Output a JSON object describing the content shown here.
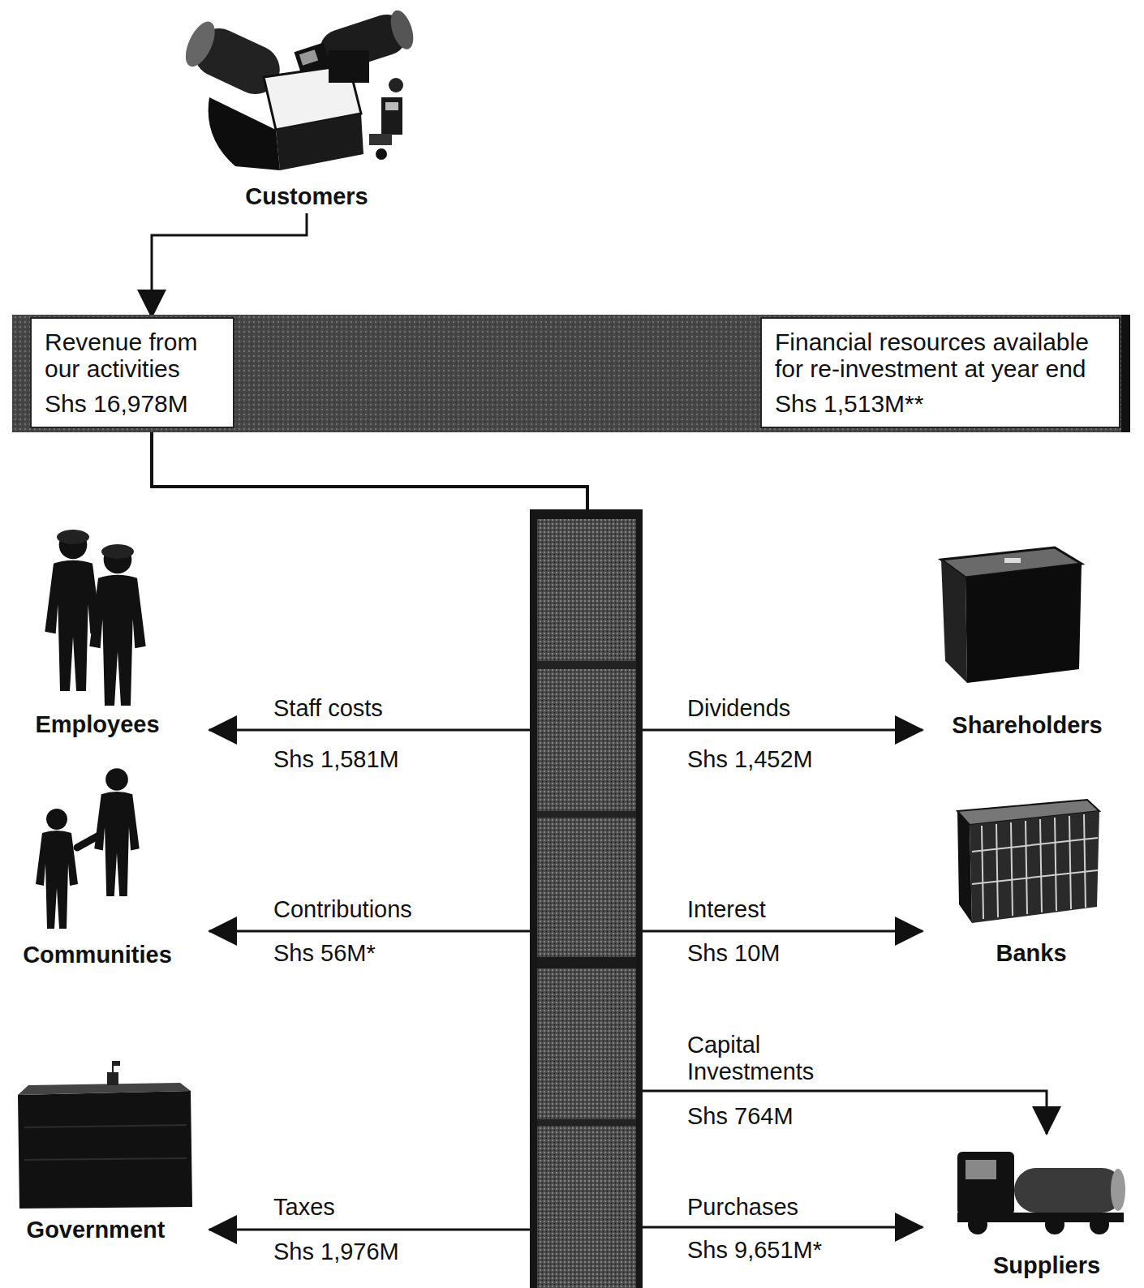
{
  "diagram": {
    "nodes": [
      {
        "text": [
          "Customers"
        ]
      },
      {
        "text": [
          "Revenue from our activities",
          "Shs 16,978M"
        ]
      },
      {
        "text": [
          "Financial resources available for re-investment at year end",
          "Shs 1,513M**"
        ]
      },
      {
        "text": [
          "Employees"
        ]
      },
      {
        "text": [
          "Shareholders"
        ]
      },
      {
        "text": [
          "Communities"
        ]
      },
      {
        "text": [
          "Banks"
        ]
      },
      {
        "text": [
          "Government"
        ]
      },
      {
        "text": [
          "Suppliers"
        ]
      }
    ],
    "edges": [
      {
        "from": 0,
        "to": 1,
        "arrow": "to"
      },
      {
        "from": 1,
        "to": 3,
        "label": "Staff costs",
        "arrow": "to"
      },
      {
        "from": 1,
        "to": 5,
        "label": "Contributions",
        "arrow": "to"
      },
      {
        "from": 1,
        "to": 7,
        "label": "Taxes",
        "arrow": "to"
      },
      {
        "from": 1,
        "to": 4,
        "label": "Dividends",
        "arrow": "to"
      },
      {
        "from": 1,
        "to": 6,
        "label": "Interest",
        "arrow": "to"
      },
      {
        "from": 1,
        "to": 8,
        "label": "Capital Investments",
        "arrow": "to"
      },
      {
        "from": 1,
        "to": 8,
        "label": "Purchases",
        "arrow": "to"
      }
    ],
    "labels": [
      "Shs 1,581M",
      "Shs 56M*",
      "Shs 1,976M",
      "Shs 1,452M",
      "Shs 10M",
      "Shs 764M",
      "Shs 9,651M*"
    ]
  }
}
